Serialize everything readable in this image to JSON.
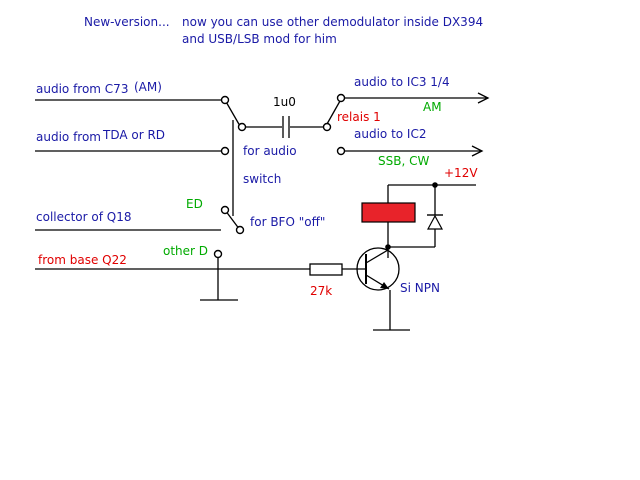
{
  "header": {
    "version": "New-version...",
    "line1": "now you can use other demodulator inside DX394",
    "line2": "and USB/LSB mod for him"
  },
  "labels": {
    "audio_c73": "audio from C73",
    "am_tag": "(AM)",
    "audio_tda": "audio from",
    "tda_rd": "TDA or RD",
    "collector_q18": "collector of Q18",
    "base_q22": "from base Q22",
    "cap_value": "1u0",
    "relais": "relais 1",
    "out_ic3": "audio to IC3 1/4",
    "out_am": "AM",
    "out_ic2": "audio to IC2",
    "out_ssb": "SSB, CW",
    "supply": "+12V",
    "for_audio": "for audio",
    "switch_word": "switch",
    "ed": "ED",
    "bfo_off": "for BFO \"off\"",
    "other_d": "other D",
    "resistor_value": "27k",
    "transistor": "Si NPN"
  },
  "colors": {
    "blue": "#1a1aa6",
    "red": "#e00000",
    "green": "#00aa00",
    "relay_fill": "#e8232a",
    "black": "#000000"
  }
}
